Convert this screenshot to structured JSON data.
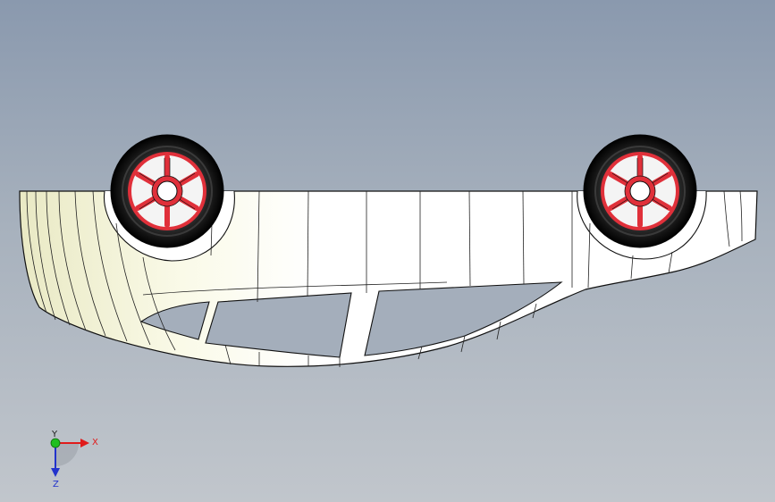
{
  "viewport": {
    "background_top": "#8a99ae",
    "background_bottom": "#c1c6cc"
  },
  "model": {
    "body_color": "#ffffff",
    "shade_color": "#f3f3d6",
    "edge_color": "#111111",
    "tire_color": "#0c0c0c",
    "rim_color": "#e0303a"
  },
  "triad": {
    "x_label": "X",
    "y_label": "Y",
    "z_label": "Z",
    "x_color": "#e01b1b",
    "y_color": "#1fbf1f",
    "z_color": "#2233cc"
  }
}
